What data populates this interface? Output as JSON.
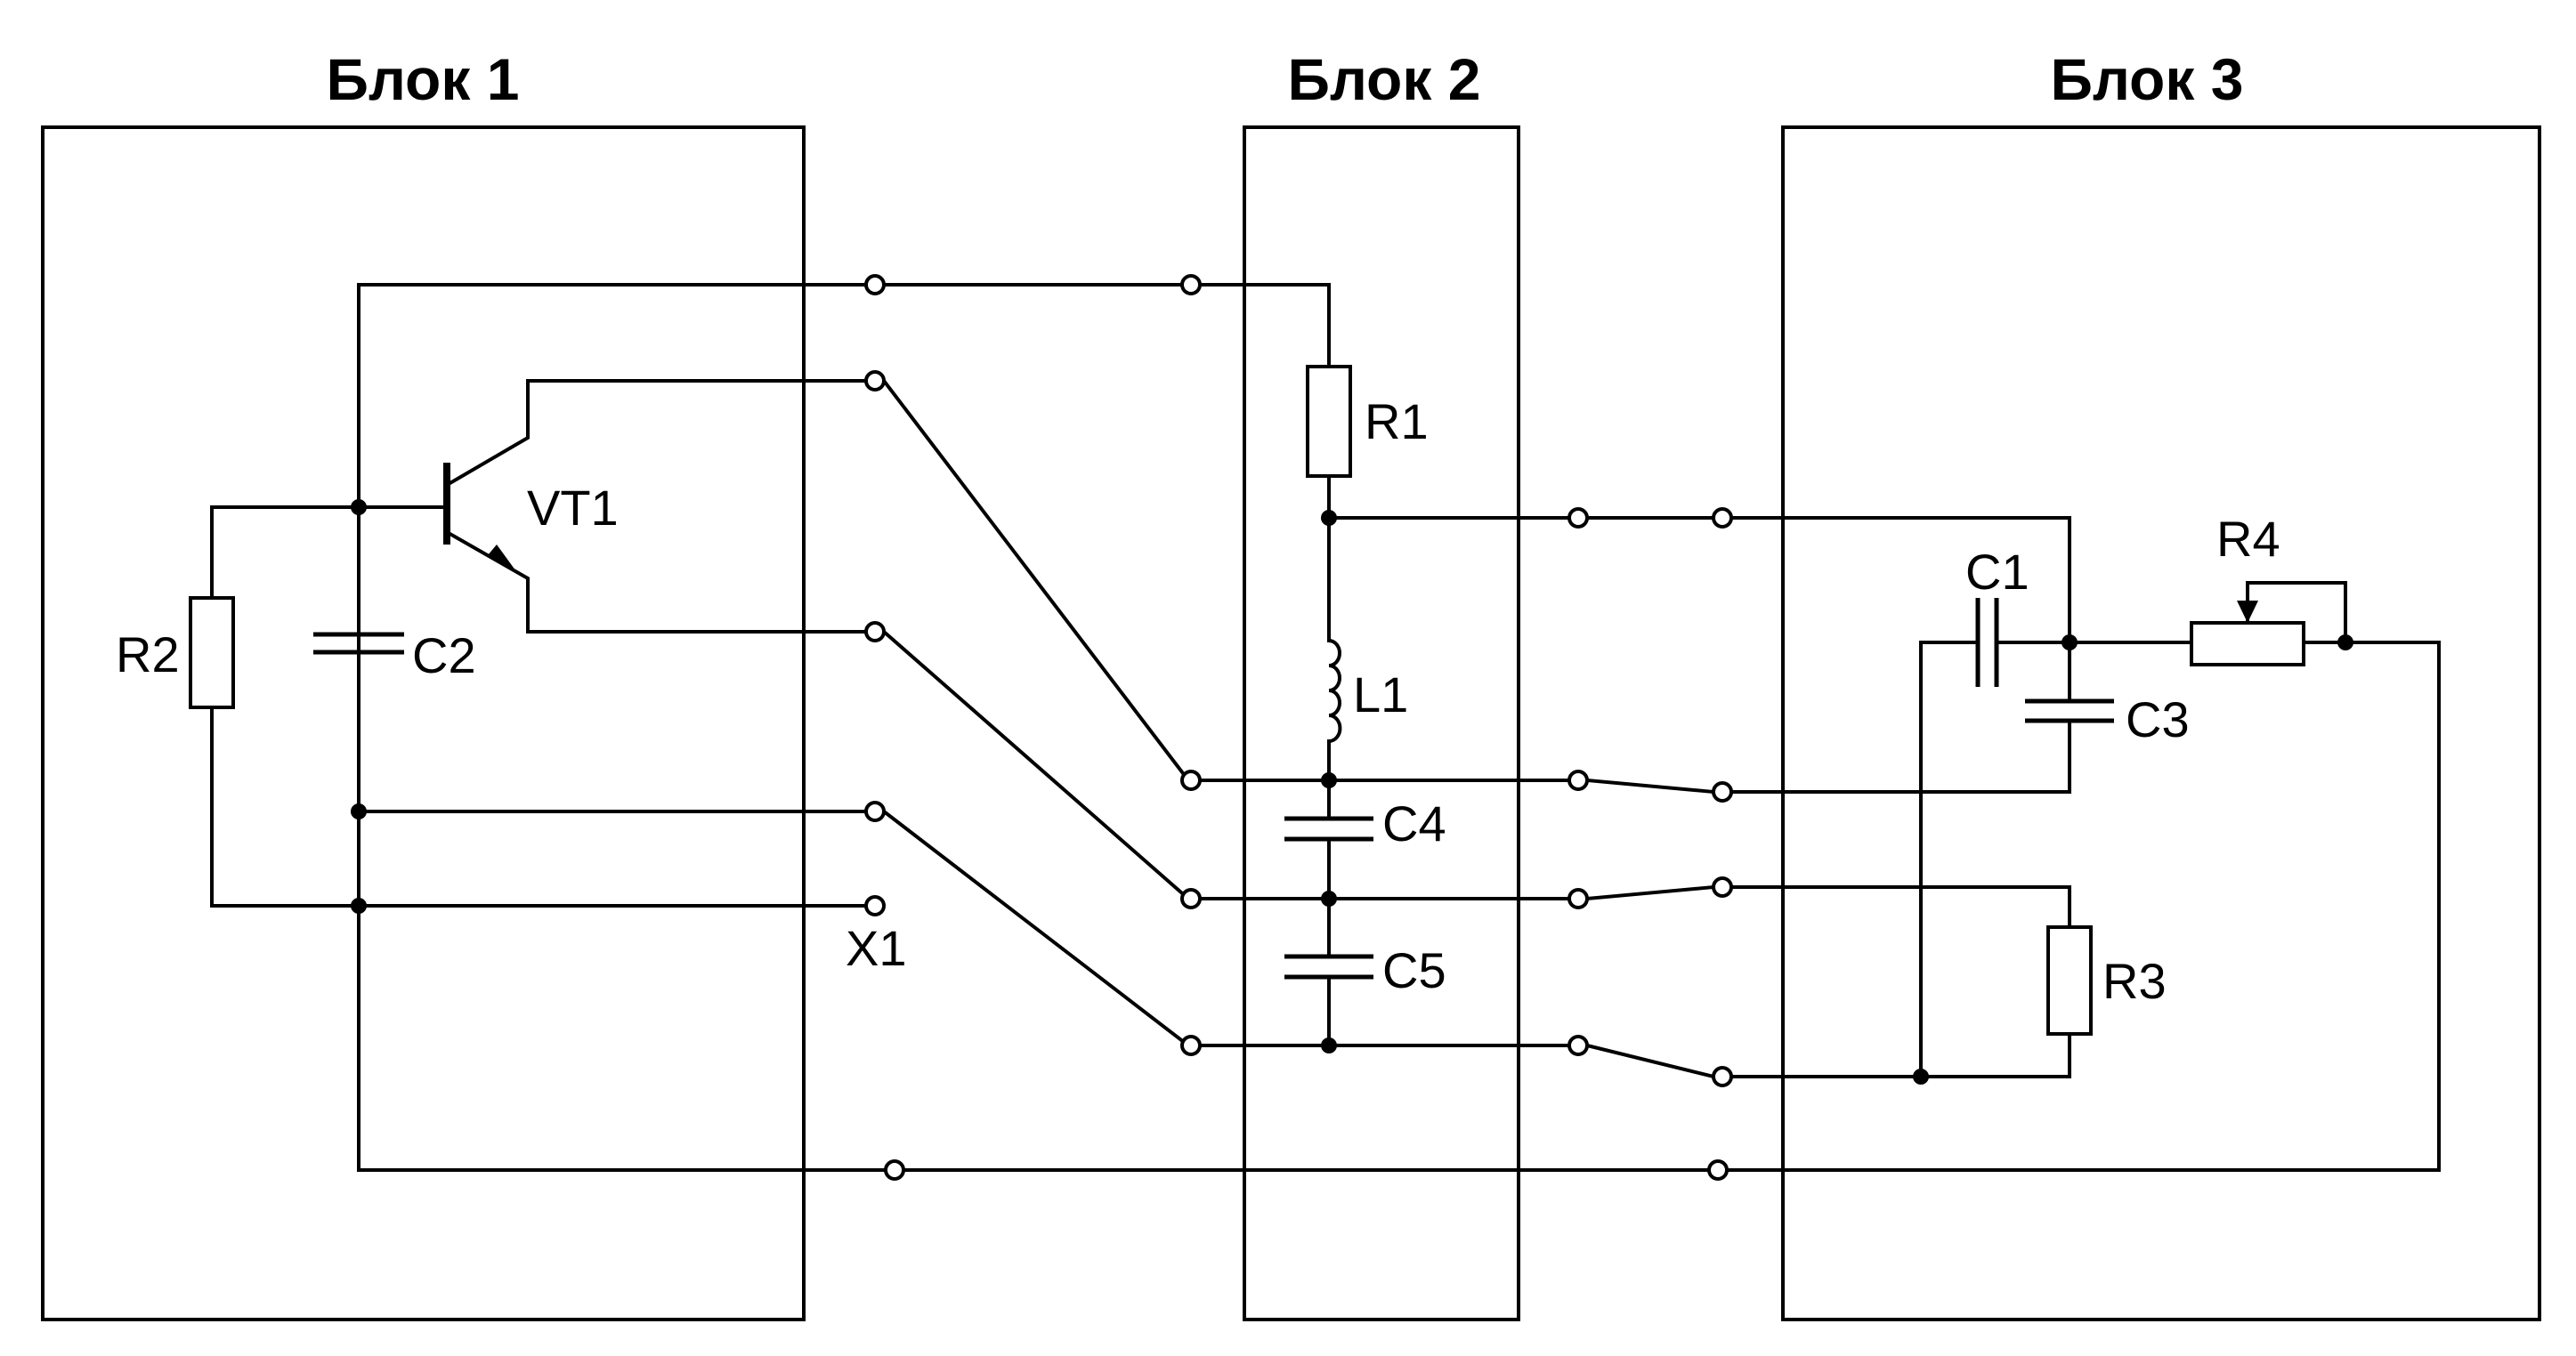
{
  "blocks": [
    {
      "id": "block1",
      "title": "Блок 1"
    },
    {
      "id": "block2",
      "title": "Блок 2"
    },
    {
      "id": "block3",
      "title": "Блок 3"
    }
  ],
  "components": {
    "vt1": "VT1",
    "r1": "R1",
    "r2": "R2",
    "r3": "R3",
    "r4": "R4",
    "c1": "C1",
    "c2": "C2",
    "c3": "C3",
    "c4": "C4",
    "c5": "C5",
    "l1": "L1"
  },
  "connector": {
    "x1": "X1"
  }
}
